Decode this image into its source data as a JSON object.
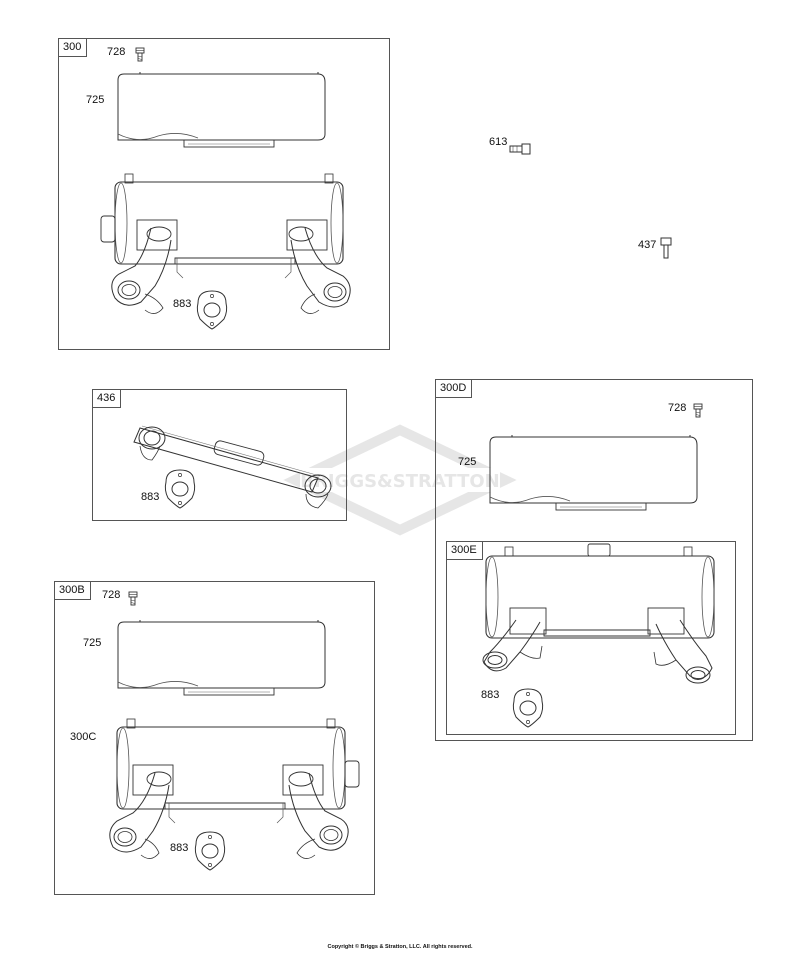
{
  "boxes": {
    "b300": "300",
    "b436": "436",
    "b300b": "300B",
    "b300d": "300D",
    "b300e": "300E"
  },
  "labels": {
    "p728_a": "728",
    "p725_a": "725",
    "p883_a": "883",
    "p613": "613",
    "p437": "437",
    "p883_b": "883",
    "p728_b": "728",
    "p725_b": "725",
    "p300c": "300C",
    "p883_c": "883",
    "p728_c": "728",
    "p725_c": "725",
    "p883_d": "883"
  },
  "watermark": "BRIGGS&STRATTON",
  "copyright": "Copyright © Briggs & Stratton, LLC. All rights reserved."
}
